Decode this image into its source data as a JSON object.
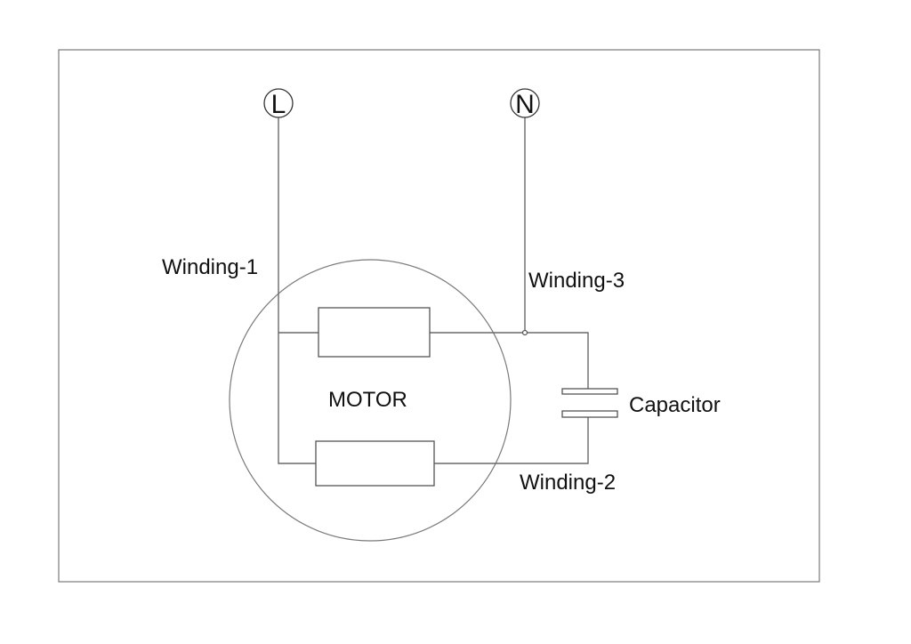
{
  "terminals": {
    "line": "L",
    "neutral": "N"
  },
  "labels": {
    "winding_1": "Winding-1",
    "winding_2": "Winding-2",
    "winding_3": "Winding-3",
    "motor": "MOTOR",
    "capacitor": "Capacitor"
  }
}
